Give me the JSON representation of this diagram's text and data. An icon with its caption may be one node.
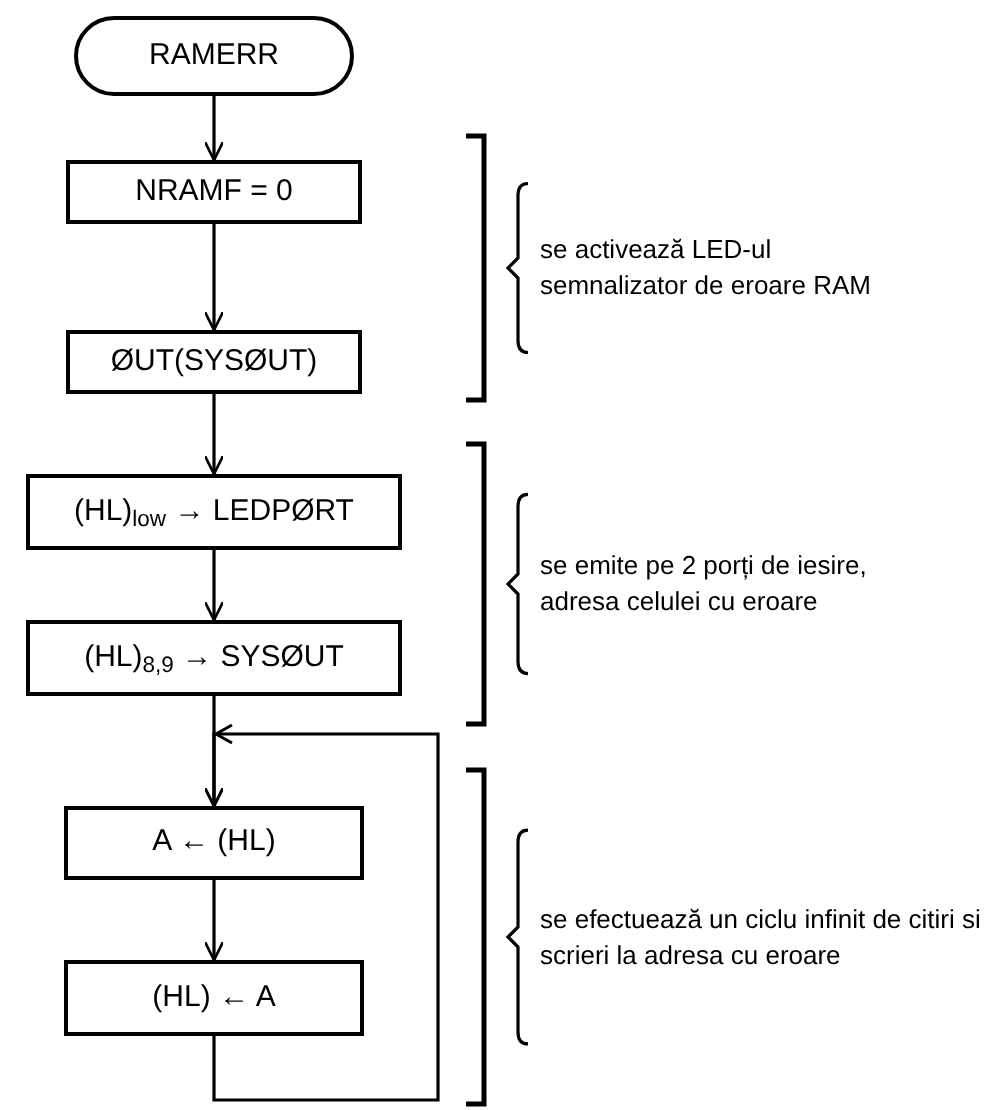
{
  "diagram": {
    "nodes": [
      {
        "text": [
          "RAMERR"
        ]
      },
      {
        "text": [
          "NRAMF = 0"
        ]
      },
      {
        "text": [
          "ØUT(SYSØUT)"
        ]
      },
      {
        "text": [
          "(HL)$_{low}$ → LEDPØRT"
        ]
      },
      {
        "text": [
          "(HL)$_{8,9}$ → SYSØUT"
        ]
      },
      {
        "text": [
          "A ← (HL)"
        ]
      },
      {
        "text": [
          "(HL) ← A"
        ]
      }
    ],
    "edges": [
      {
        "from": 0,
        "to": 1,
        "arrow": "to"
      },
      {
        "from": 1,
        "to": 2,
        "arrow": "to"
      },
      {
        "from": 2,
        "to": 3,
        "arrow": "to"
      },
      {
        "from": 3,
        "to": 4,
        "arrow": "to"
      },
      {
        "from": 4,
        "to": 5,
        "arrow": "to"
      },
      {
        "from": 5,
        "to": 6,
        "arrow": "to"
      },
      {
        "from": 6,
        "to": 5,
        "arrow": "to"
      }
    ],
    "labels": [
      "se activează LED-ul semnalizator de eroare RAM",
      "se emite pe 2 porți de iesire, adresa celulei cu eroare",
      "se efectuează un ciclu infinit de citiri si scrieri la adresa cu eroare"
    ]
  }
}
